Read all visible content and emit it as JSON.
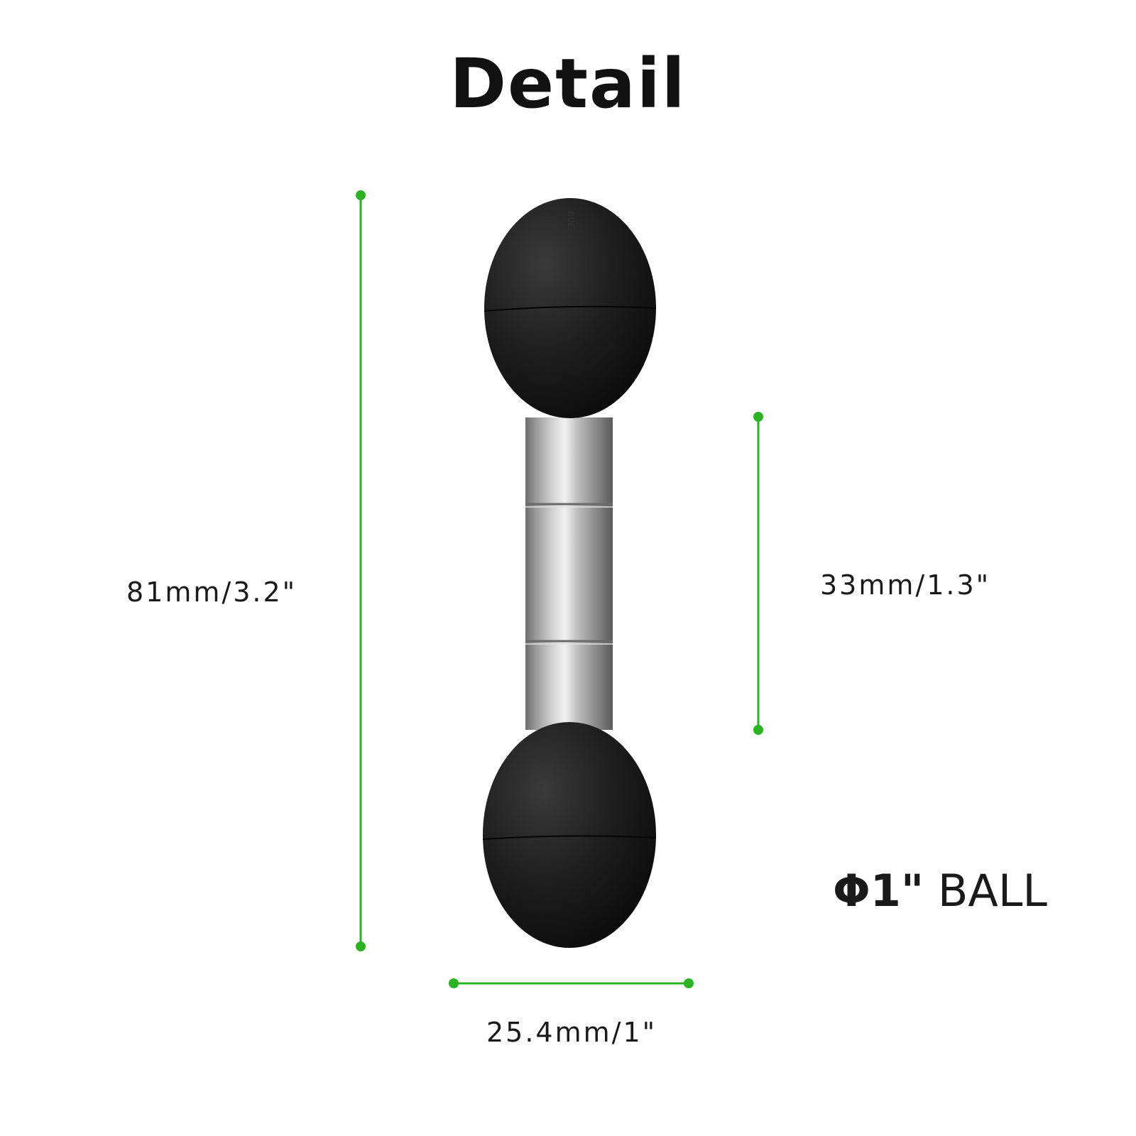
{
  "title": "Detail",
  "dimensions": {
    "overall_length": "81mm/3.2\"",
    "shaft_length": "33mm/1.3\"",
    "ball_diameter": "25.4mm/1\""
  },
  "ball_spec": {
    "size": "Φ1\"",
    "label": "BALL"
  },
  "colors": {
    "dimension_line": "#2db224",
    "ball": "#1b1b1b",
    "shaft": "#b9b9b9",
    "background": "#ffffff"
  }
}
